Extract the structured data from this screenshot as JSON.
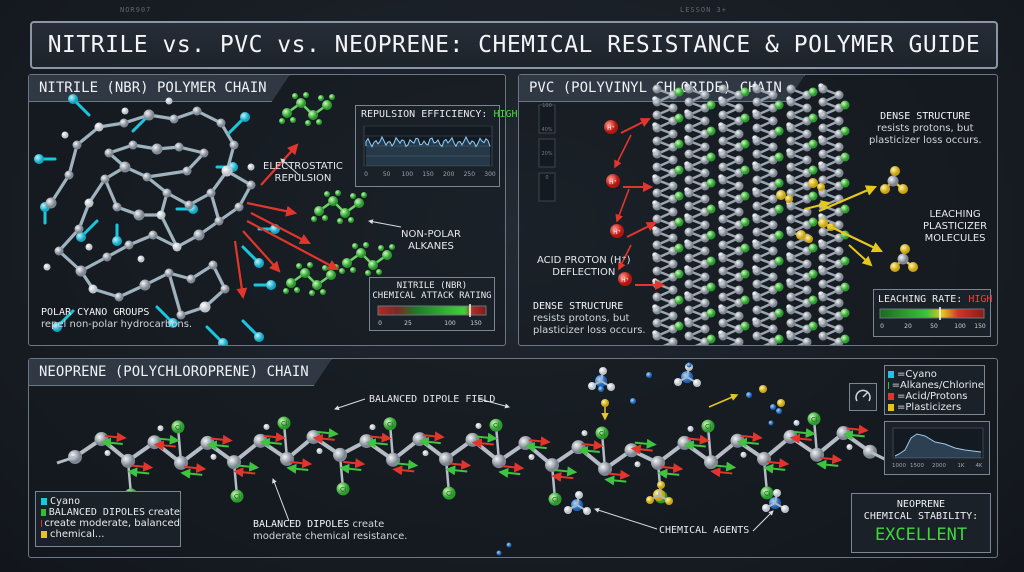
{
  "page": {
    "title": "NITRILE vs. PVC vs. NEOPRENE: CHEMICAL RESISTANCE & POLYMER GUIDE",
    "header_left_tag": "NOR907",
    "header_right_tag": "LESSON 3+"
  },
  "nitrile": {
    "title": "NITRILE (NBR) POLYMER CHAIN",
    "repulsion_label": "ELECTROSTATIC\nREPULSION",
    "alkanes_label": "NON-POLAR\nALKANES",
    "cyano_note_title": "POLAR CYANO GROUPS",
    "cyano_note_text": "repel non-polar hydrocarbons.",
    "efficiency": {
      "label": "REPULSION EFFICIENCY: ",
      "value": "HIGH",
      "ticks": [
        "0",
        "50",
        "100",
        "150",
        "200",
        "250",
        "300"
      ]
    },
    "rating": {
      "title_line1": "NITRILE (NBR)",
      "title_line2": "CHEMICAL ATTACK RATING",
      "ticks": [
        "0",
        "25",
        "100",
        "150"
      ]
    }
  },
  "pvc": {
    "title": "PVC (POLYVINYL CHLORIDE) CHAIN",
    "gauge_ticks": [
      "100",
      "40%",
      "20%",
      "0"
    ],
    "proton_symbol": "H⁺",
    "acid_label": "ACID PROTON (H⁺)\nDEFLECTION",
    "dense_bottom_title": "DENSE STRUCTURE",
    "dense_bottom_text": "resists protons, but\nplasticizer loss occurs.",
    "dense_top_title": "DENSE STRUCTURE",
    "dense_top_text": "resists protons, but\nplasticizer loss occurs.",
    "leaching_label": "LEACHING\nPLASTICIZER\nMOLECULES",
    "leaching_rate": {
      "label": "LEACHING RATE: ",
      "value": "HIGH",
      "ticks": [
        "0",
        "20",
        "50",
        "100",
        "150"
      ]
    }
  },
  "neoprene": {
    "title": "NEOPRENE (POLYCHLOROPRENE) CHAIN",
    "atom_label": "Cl",
    "dipole_field_label": "BALANCED DIPOLE FIELD",
    "dipoles_title": "BALANCED DIPOLES",
    "dipoles_text": " create\nmoderate chemical resistance.",
    "agents_label": "CHEMICAL AGENTS",
    "legend_left": [
      {
        "title": "Cyano",
        "text": "",
        "color": "#19c7e0"
      },
      {
        "title": "BALANCED DIPOLES",
        "text": " create",
        "color": "#2fbf3a"
      },
      {
        "title": "",
        "text": "create moderate, balanced",
        "color": "#e0352b"
      },
      {
        "title": "",
        "text": "chemical...",
        "color": "#e8c21e"
      }
    ],
    "legend_right": [
      {
        "text": "=Cyano",
        "color": "#19c7e0"
      },
      {
        "text": "=Alkanes/Chlorine",
        "color": "#2fbf3a"
      },
      {
        "text": "=Acid/Protons",
        "color": "#e0352b"
      },
      {
        "text": "=Plasticizers",
        "color": "#e8c21e"
      }
    ],
    "graph_ticks": [
      "1000",
      "1500",
      "2000",
      "1K",
      "4K"
    ],
    "stability": {
      "label_line1": "NEOPRENE",
      "label_line2": "CHEMICAL STABILITY:",
      "value": "EXCELLENT"
    }
  },
  "colors": {
    "cyano": "#19c7e0",
    "chlorine": "#34c43c",
    "proton": "#d42a22",
    "plasticizer": "#e6c81c",
    "high": "#49d63c",
    "leach_high": "#ff3b2f",
    "excellent": "#3cd83a",
    "arrow_red": "#e2362c"
  }
}
